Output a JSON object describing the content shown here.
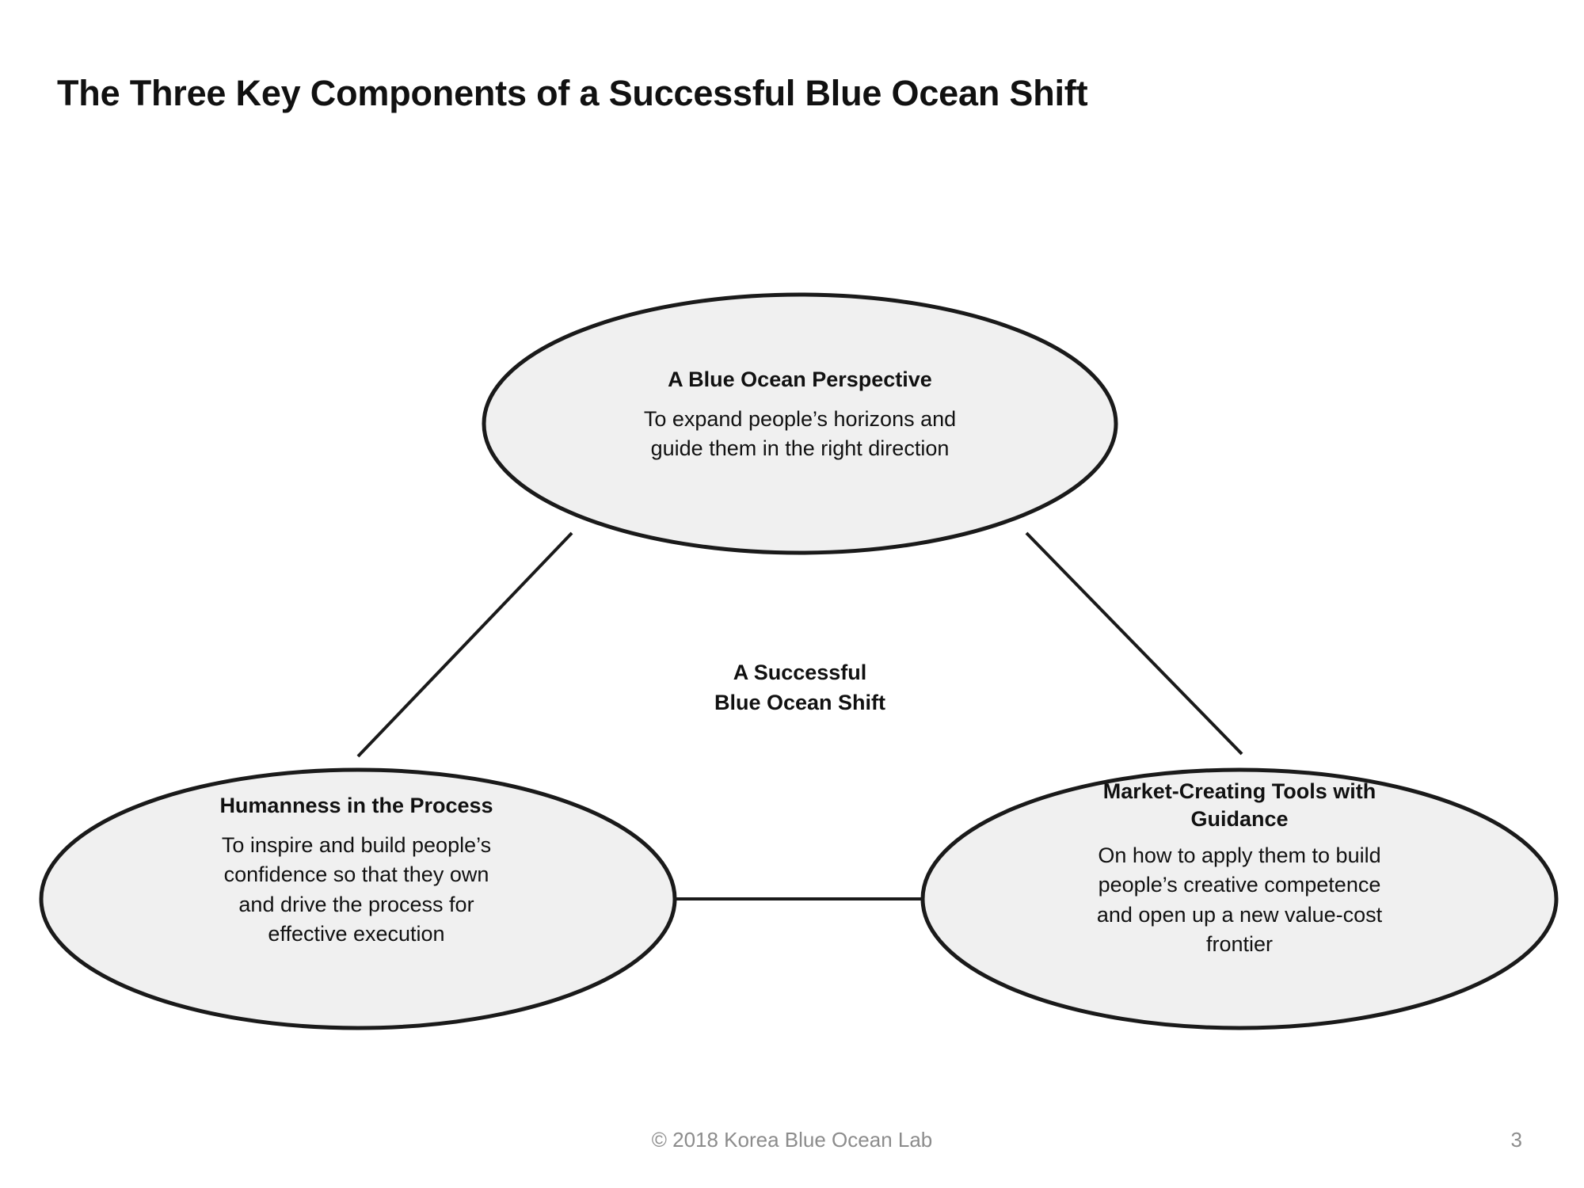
{
  "slide": {
    "title": "The Three Key Components of a Successful Blue Ocean Shift",
    "background_color": "#ffffff",
    "text_color": "#111111"
  },
  "diagram": {
    "type": "triangle-venn-cluster",
    "shape_fill_color": "#f0f0f0",
    "shape_stroke_color": "#1a1a1a",
    "center_caption_line1": "A Successful",
    "center_caption_line2": "Blue Ocean Shift",
    "nodes": [
      {
        "id": "blue-ocean-perspective",
        "heading": "A Blue Ocean Perspective",
        "body_line1": "To expand people’s horizons and",
        "body_line2": "guide them in the right direction"
      },
      {
        "id": "humanness-in-the-process",
        "heading": "Humanness in the Process",
        "body_line1": "To inspire and build people’s",
        "body_line2": "confidence so that they own",
        "body_line3": "and drive the process for",
        "body_line4": "effective execution"
      },
      {
        "id": "market-creating-tools",
        "heading_line1": "Market-Creating Tools with",
        "heading_line2": "Guidance",
        "body_line1": "On how to apply them to build",
        "body_line2": "people’s creative competence",
        "body_line3": "and open up a new value-cost",
        "body_line4": "frontier"
      }
    ]
  },
  "footer": {
    "copyright": "© 2018 Korea Blue Ocean Lab",
    "page_number": "3",
    "text_color": "#8c8c8c"
  }
}
